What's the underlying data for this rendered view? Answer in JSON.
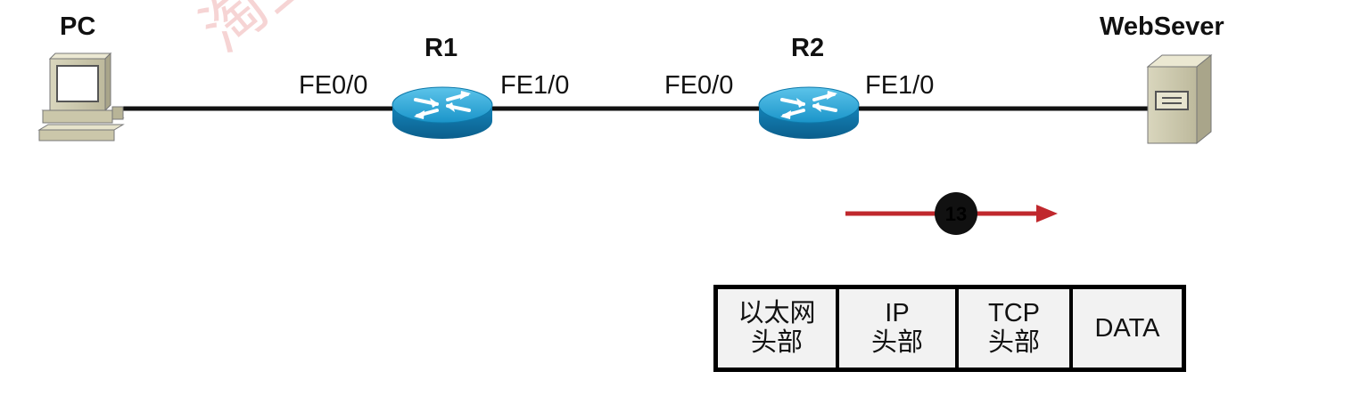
{
  "devices": {
    "pc": {
      "label": "PC"
    },
    "r1": {
      "label": "R1",
      "left_port": "FE0/0",
      "right_port": "FE1/0"
    },
    "r2": {
      "label": "R2",
      "left_port": "FE0/0",
      "right_port": "FE1/0"
    },
    "server": {
      "label": "WebSever"
    }
  },
  "step": {
    "number": "13"
  },
  "packet": [
    {
      "line1": "以太网",
      "line2": "头部"
    },
    {
      "line1": "IP",
      "line2": "头部"
    },
    {
      "line1": "TCP",
      "line2": "头部"
    },
    {
      "line1": "DATA",
      "line2": ""
    }
  ],
  "colors": {
    "link": "#111111",
    "arrow": "#c0282d",
    "router_top": "#1f9fd4",
    "router_side": "#0e79aa",
    "watermark": "#f3c6c6"
  },
  "watermark": {
    "text": "淘宝"
  }
}
